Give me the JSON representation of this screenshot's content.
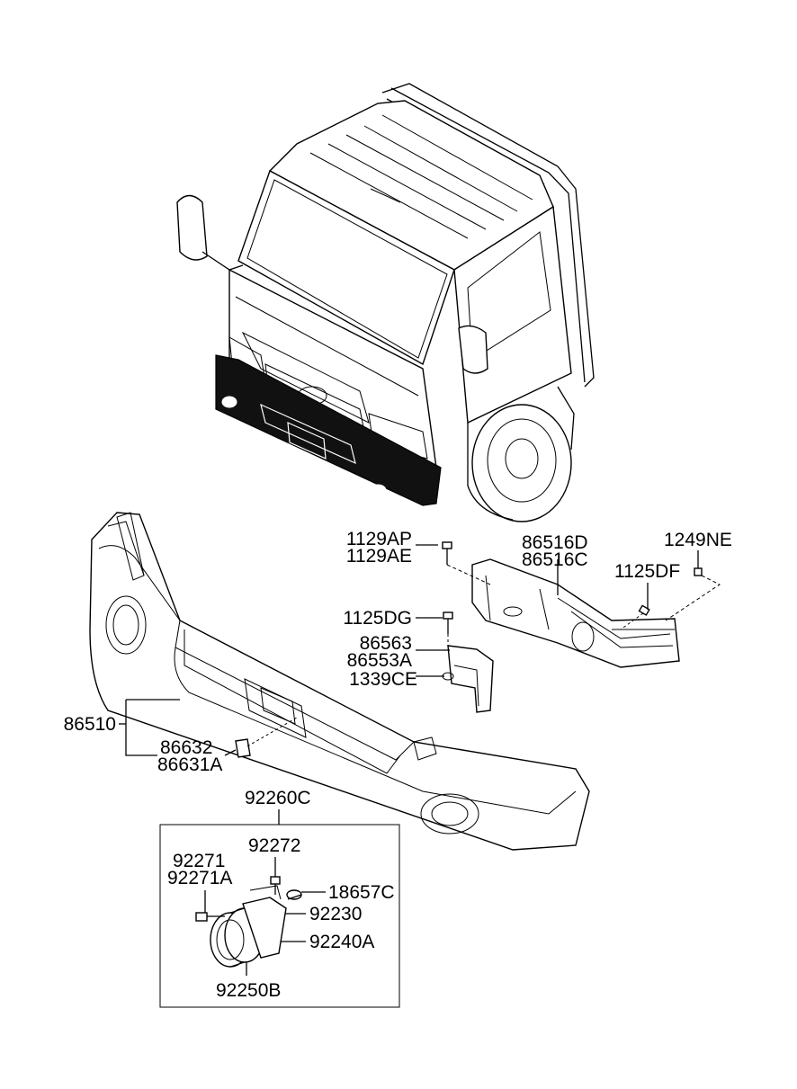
{
  "labels": {
    "p1129AP": "1129AP",
    "p1129AE": "1129AE",
    "p86516D": "86516D",
    "p86516C": "86516C",
    "p1249NE": "1249NE",
    "p1125DF": "1125DF",
    "p1125DG": "1125DG",
    "p86563": "86563",
    "p86553A": "86553A",
    "p1339CE": "1339CE",
    "p86510": "86510",
    "p86632": "86632",
    "p86631A": "86631A",
    "p92260C": "92260C",
    "p92272": "92272",
    "p92271": "92271",
    "p92271A": "92271A",
    "p18657C": "18657C",
    "p92230": "92230",
    "p92240A": "92240A",
    "p92250B": "92250B"
  }
}
